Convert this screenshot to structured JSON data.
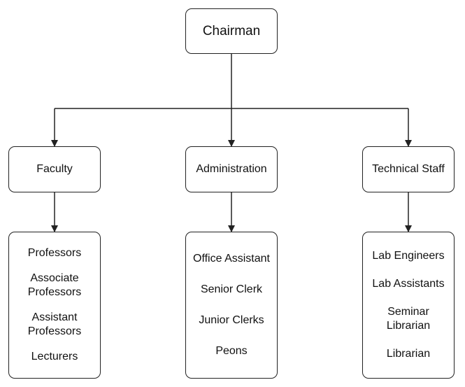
{
  "root": {
    "label": "Chairman"
  },
  "departments": [
    {
      "label": "Faculty",
      "items": [
        "Professors",
        "Associate Professors",
        "Assistant Professors",
        "Lecturers"
      ]
    },
    {
      "label": "Administration",
      "items": [
        "Office Assistant",
        "Senior Clerk",
        "Junior Clerks",
        "Peons"
      ]
    },
    {
      "label": "Technical Staff",
      "items": [
        "Lab Engineers",
        "Lab Assistants",
        "Seminar Librarian",
        "Librarian"
      ]
    }
  ],
  "colors": {
    "stroke": "#222222",
    "background": "#ffffff",
    "text": "#111111"
  }
}
